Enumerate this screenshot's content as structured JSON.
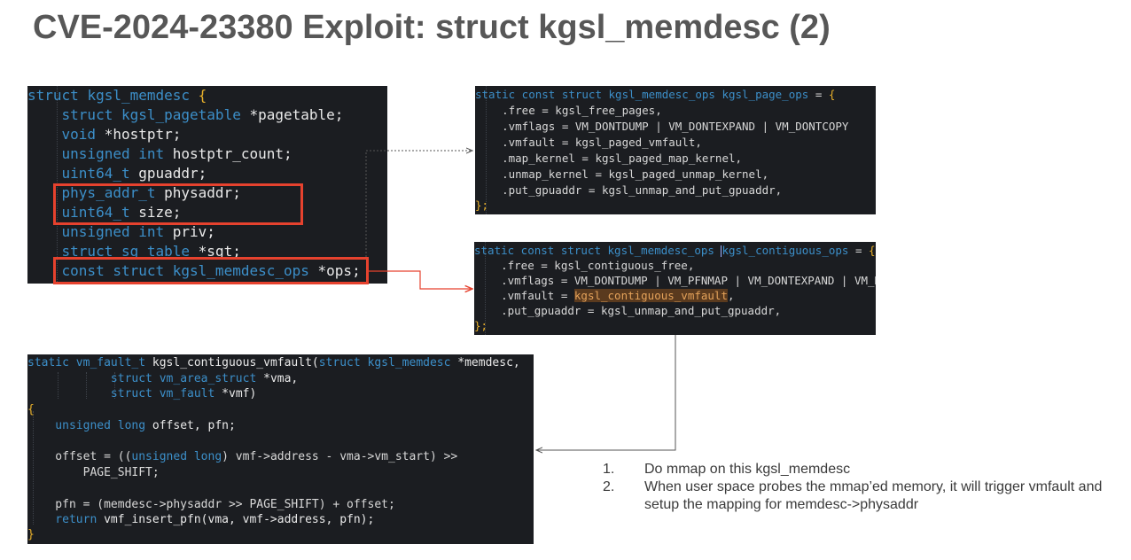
{
  "slide": {
    "title": "CVE-2024-23380 Exploit: struct kgsl_memdesc (2)"
  },
  "struct_panel": {
    "lines": [
      [
        "struct ",
        "kgsl_memdesc",
        " ",
        "{"
      ],
      [
        "    struct ",
        "kgsl_pagetable ",
        "*pagetable;"
      ],
      [
        "    void ",
        "*hostptr;"
      ],
      [
        "    unsigned int ",
        "hostptr_count;"
      ],
      [
        "    uint64_t ",
        "gpuaddr;"
      ],
      [
        "    phys_addr_t ",
        "physaddr;"
      ],
      [
        "    uint64_t ",
        "size;"
      ],
      [
        "    unsigned int ",
        "priv;"
      ],
      [
        "    struct ",
        "sg_table ",
        "*sgt;"
      ],
      [
        "    const struct ",
        "kgsl_memdesc_ops ",
        "*ops;"
      ]
    ]
  },
  "page_ops_panel": {
    "header": [
      "static const struct ",
      "kgsl_memdesc_ops ",
      "kgsl_page_ops ",
      "= ",
      "{"
    ],
    "lines": [
      "    .free = kgsl_free_pages,",
      "    .vmflags = VM_DONTDUMP | VM_DONTEXPAND | VM_DONTCOPY",
      "    .vmfault = kgsl_paged_vmfault,",
      "    .map_kernel = kgsl_paged_map_kernel,",
      "    .unmap_kernel = kgsl_paged_unmap_kernel,",
      "    .put_gpuaddr = kgsl_unmap_and_put_gpuaddr,"
    ],
    "footer": "};"
  },
  "contig_ops_panel": {
    "header": [
      "static const struct ",
      "kgsl_memdesc_ops ",
      "kgsl_contiguous_ops ",
      "= ",
      "{"
    ],
    "lines": [
      "    .free = kgsl_contiguous_free,",
      "    .vmflags = VM_DONTDUMP | VM_PFNMAP | VM_DONTEXPAND | VM_DO",
      "    .put_gpuaddr = kgsl_unmap_and_put_gpuaddr,"
    ],
    "vmfault_prefix": "    .vmfault = ",
    "vmfault_fn": "kgsl_contiguous_vmfault",
    "vmfault_suffix": ",",
    "footer": "};"
  },
  "vmfault_panel": {
    "sig1": [
      "static ",
      "vm_fault_t ",
      "kgsl_contiguous_vmfault(",
      "struct ",
      "kgsl_memdesc ",
      "*memdesc,"
    ],
    "sig2": [
      "            ",
      "struct ",
      "vm_area_struct ",
      "*vma,"
    ],
    "sig3": [
      "            ",
      "struct ",
      "vm_fault ",
      "*vmf)"
    ],
    "open": "{",
    "decl": [
      "    unsigned long ",
      "offset, pfn;"
    ],
    "off1": [
      "    offset = ((",
      "unsigned long",
      ") vmf->address - vma->vm_start) >>"
    ],
    "off2": "        PAGE_SHIFT;",
    "pfn": [
      "    pfn = (memdesc->physaddr >> PAGE_SHIFT) + offset;"
    ],
    "ret": [
      "    return ",
      "vmf_insert_pfn(vma, vmf->address, pfn);"
    ],
    "close": "}"
  },
  "notes": [
    {
      "num": "1.",
      "text": "Do mmap on this kgsl_memdesc"
    },
    {
      "num": "2.",
      "text": "When user space probes the mmap’ed memory, it will trigger vmfault and setup the mapping for memdesc->physaddr"
    }
  ],
  "colors": {
    "highlight_box": "#e6422e",
    "code_bg": "#1b1d21",
    "keyword": "#3c8fc9",
    "brace": "#e8b02b",
    "title": "#575757"
  }
}
